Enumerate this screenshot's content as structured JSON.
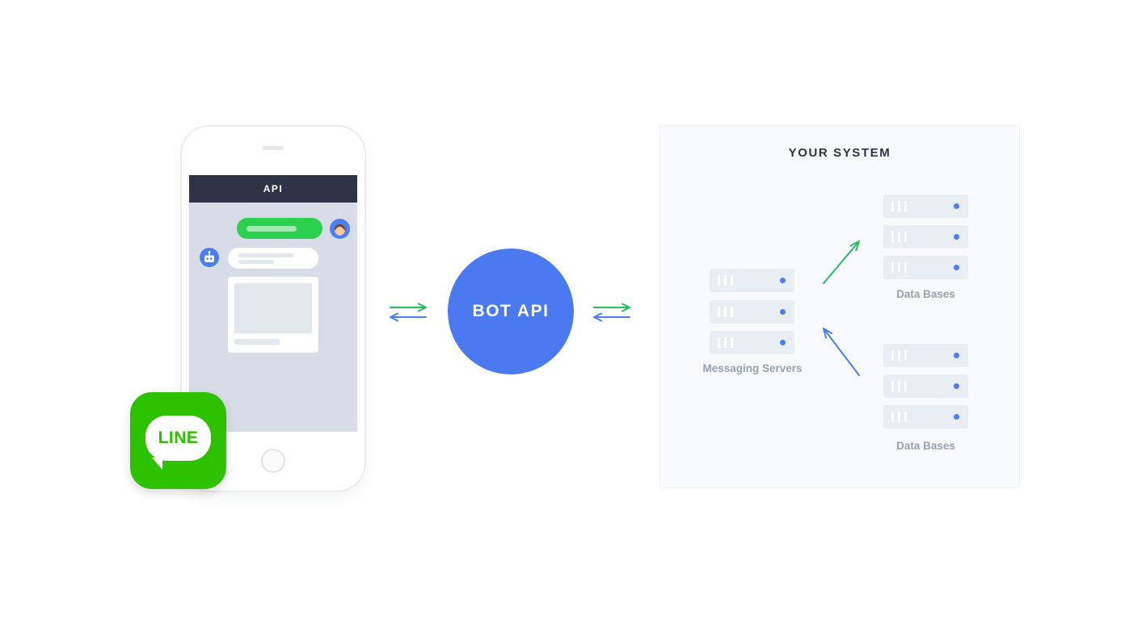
{
  "phone": {
    "header_label": "API"
  },
  "line_logo": {
    "text": "LINE"
  },
  "bot": {
    "label": "BOT API"
  },
  "system": {
    "title": "YOUR SYSTEM",
    "messaging_servers_label": "Messaging Servers",
    "databases_top_label": "Data Bases",
    "databases_bottom_label": "Data Bases"
  },
  "icons": {
    "robot-avatar-icon": "robot head with antenna",
    "user-avatar-icon": "person face",
    "server-vents-icon": "three vertical slots",
    "status-dot-icon": "blue dot",
    "exchange-arrows-icon": "two opposing horizontal arrows"
  },
  "colors": {
    "green": "#20c05c",
    "blue": "#4a7df7",
    "bot_circle": "#4b7af0",
    "line_green": "#2DC100",
    "chat_header": "#2e3447",
    "panel_bg": "#f8fafd",
    "server_bar": "#e9edf4"
  }
}
